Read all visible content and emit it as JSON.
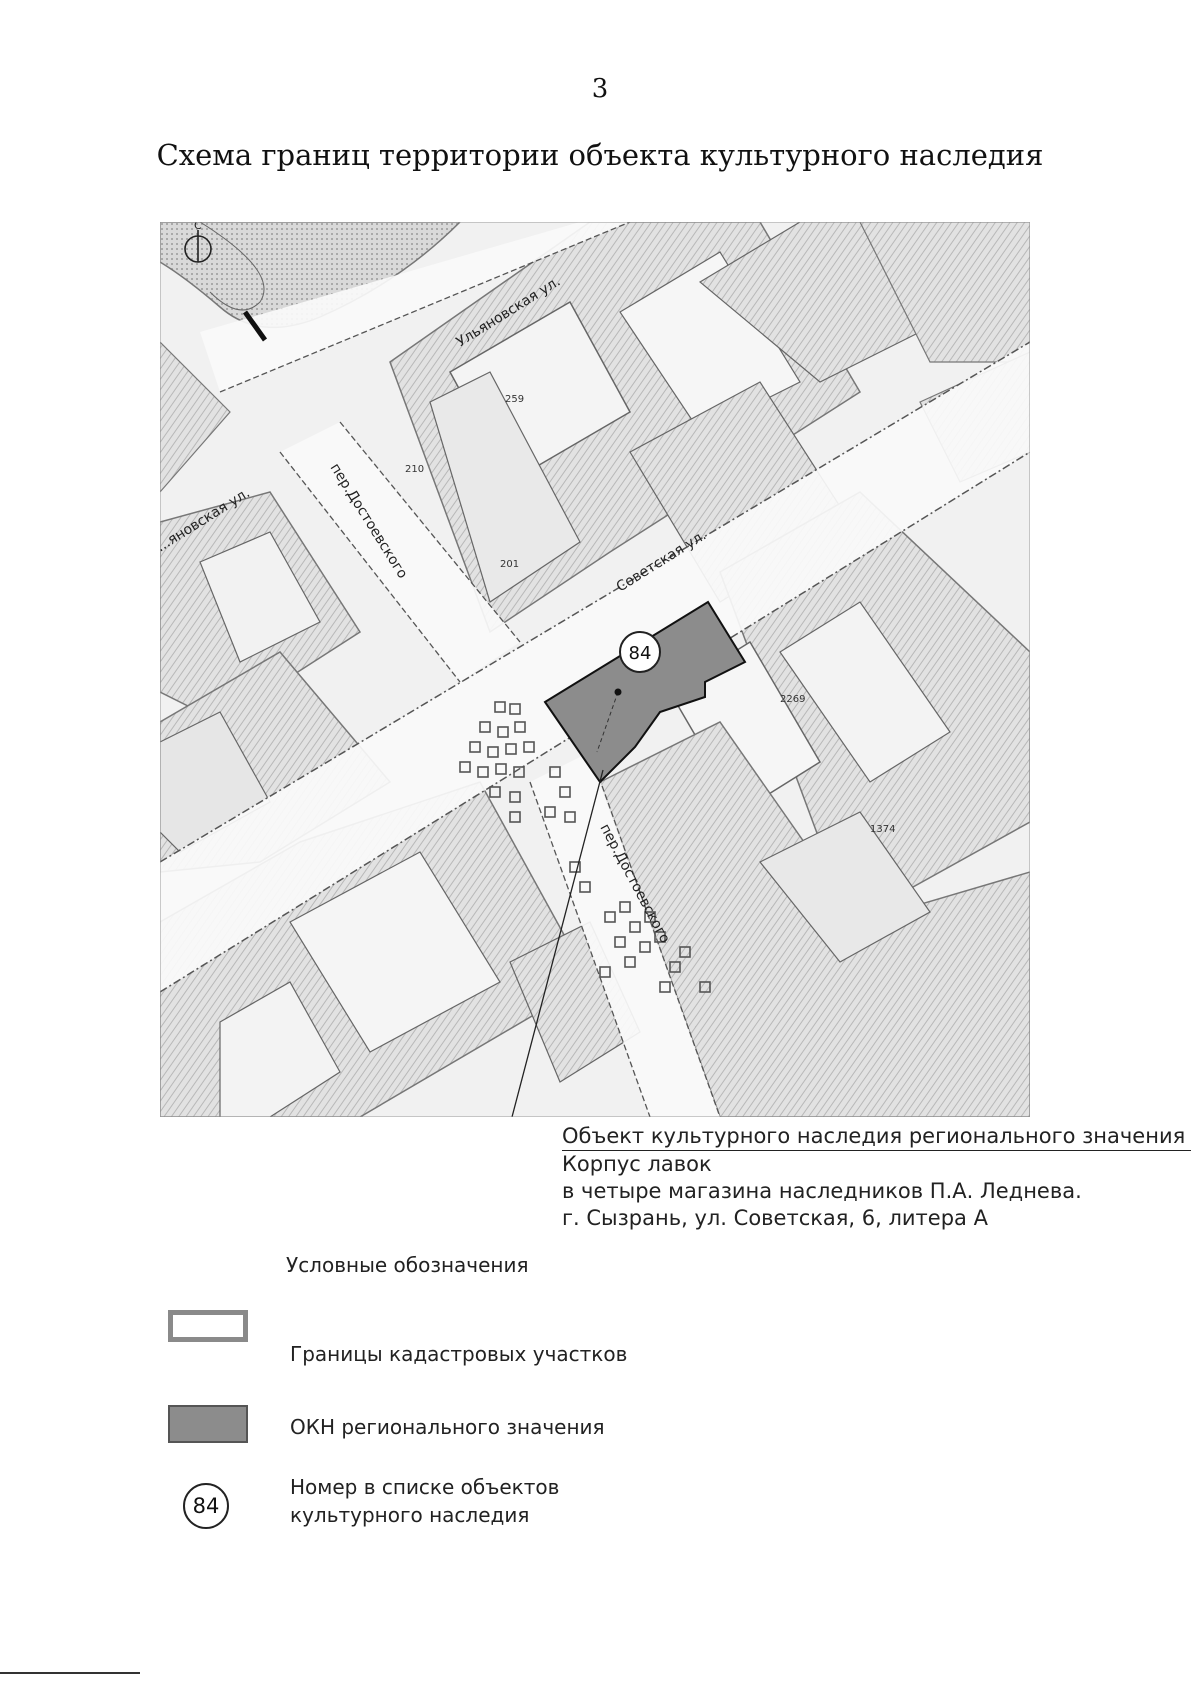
{
  "page": {
    "number": "3",
    "title": "Схема границ территории объекта культурного наследия"
  },
  "map": {
    "north_label": "С",
    "object_number": "84",
    "streets": {
      "ulyanovskaya": "Ульяновская ул.",
      "ulyanovskaya_left": "...яновская ул.",
      "dostoevskogo": "пер.Достоевского",
      "sovetskaya": "Советская ул.",
      "dostoevskogo_lower": "пер.Достоевского"
    },
    "parcel_numbers": [
      "259",
      "210",
      "201",
      "2269",
      "1374"
    ],
    "colors": {
      "okn_fill": "#8c8c8c",
      "parcel_border": "#8a8a8a",
      "built_area": "#d4d4d4"
    }
  },
  "caption": {
    "title": "Объект культурного наследия регионального значения",
    "line1": "Корпус лавок",
    "line2": "в четыре магазина наследников П.А. Леднева.",
    "line3": "г. Сызрань, ул. Советская, 6, литера А"
  },
  "legend": {
    "title": "Условные обозначения",
    "items": {
      "parcels": "Границы кадастровых участков",
      "okn": "ОКН регионального значения",
      "number_label": "Номер в списке объектов",
      "number_label2": "культурного наследия",
      "number_example": "84"
    }
  }
}
